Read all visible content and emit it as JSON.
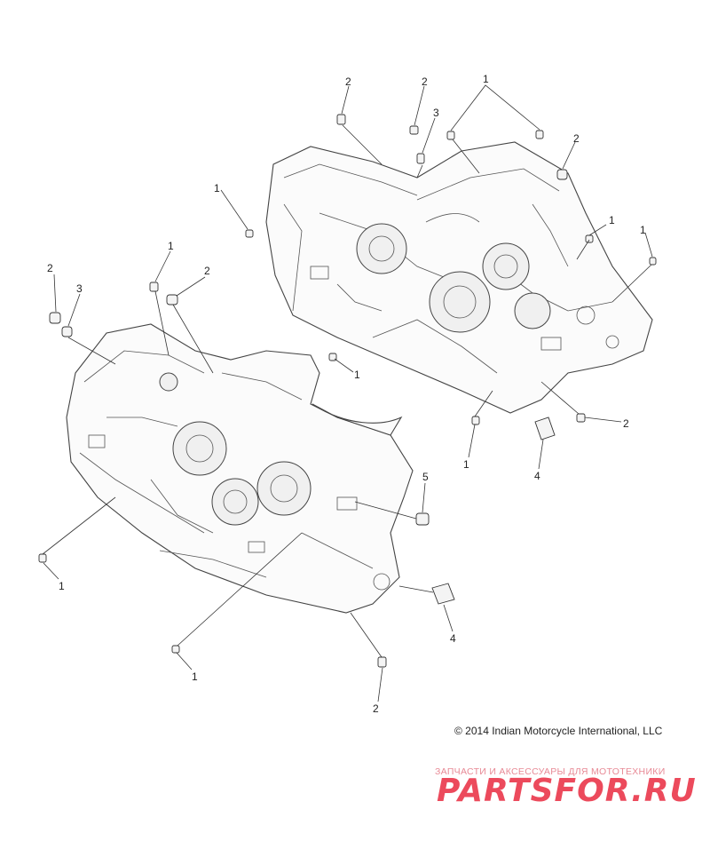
{
  "copyright": "© 2014 Indian Motorcycle International, LLC",
  "watermark": {
    "subtitle": "ЗАПЧАСТИ И АКСЕССУАРЫ ДЛЯ МОТОТЕХНИКИ",
    "logo": "PARTSFOR.RU",
    "color": "#ec4a5c"
  },
  "callouts": {
    "c1": "2",
    "c2": "2",
    "c3": "3",
    "c4": "1",
    "c5": "2",
    "c6": "1",
    "c7": "1",
    "c8": "1",
    "c9": "2",
    "c10": "2",
    "c11": "3",
    "c12": "1",
    "c13": "2",
    "c14": "1",
    "c15": "4",
    "c16": "5",
    "c17": "1",
    "c18": "4",
    "c19": "1",
    "c20": "2"
  }
}
